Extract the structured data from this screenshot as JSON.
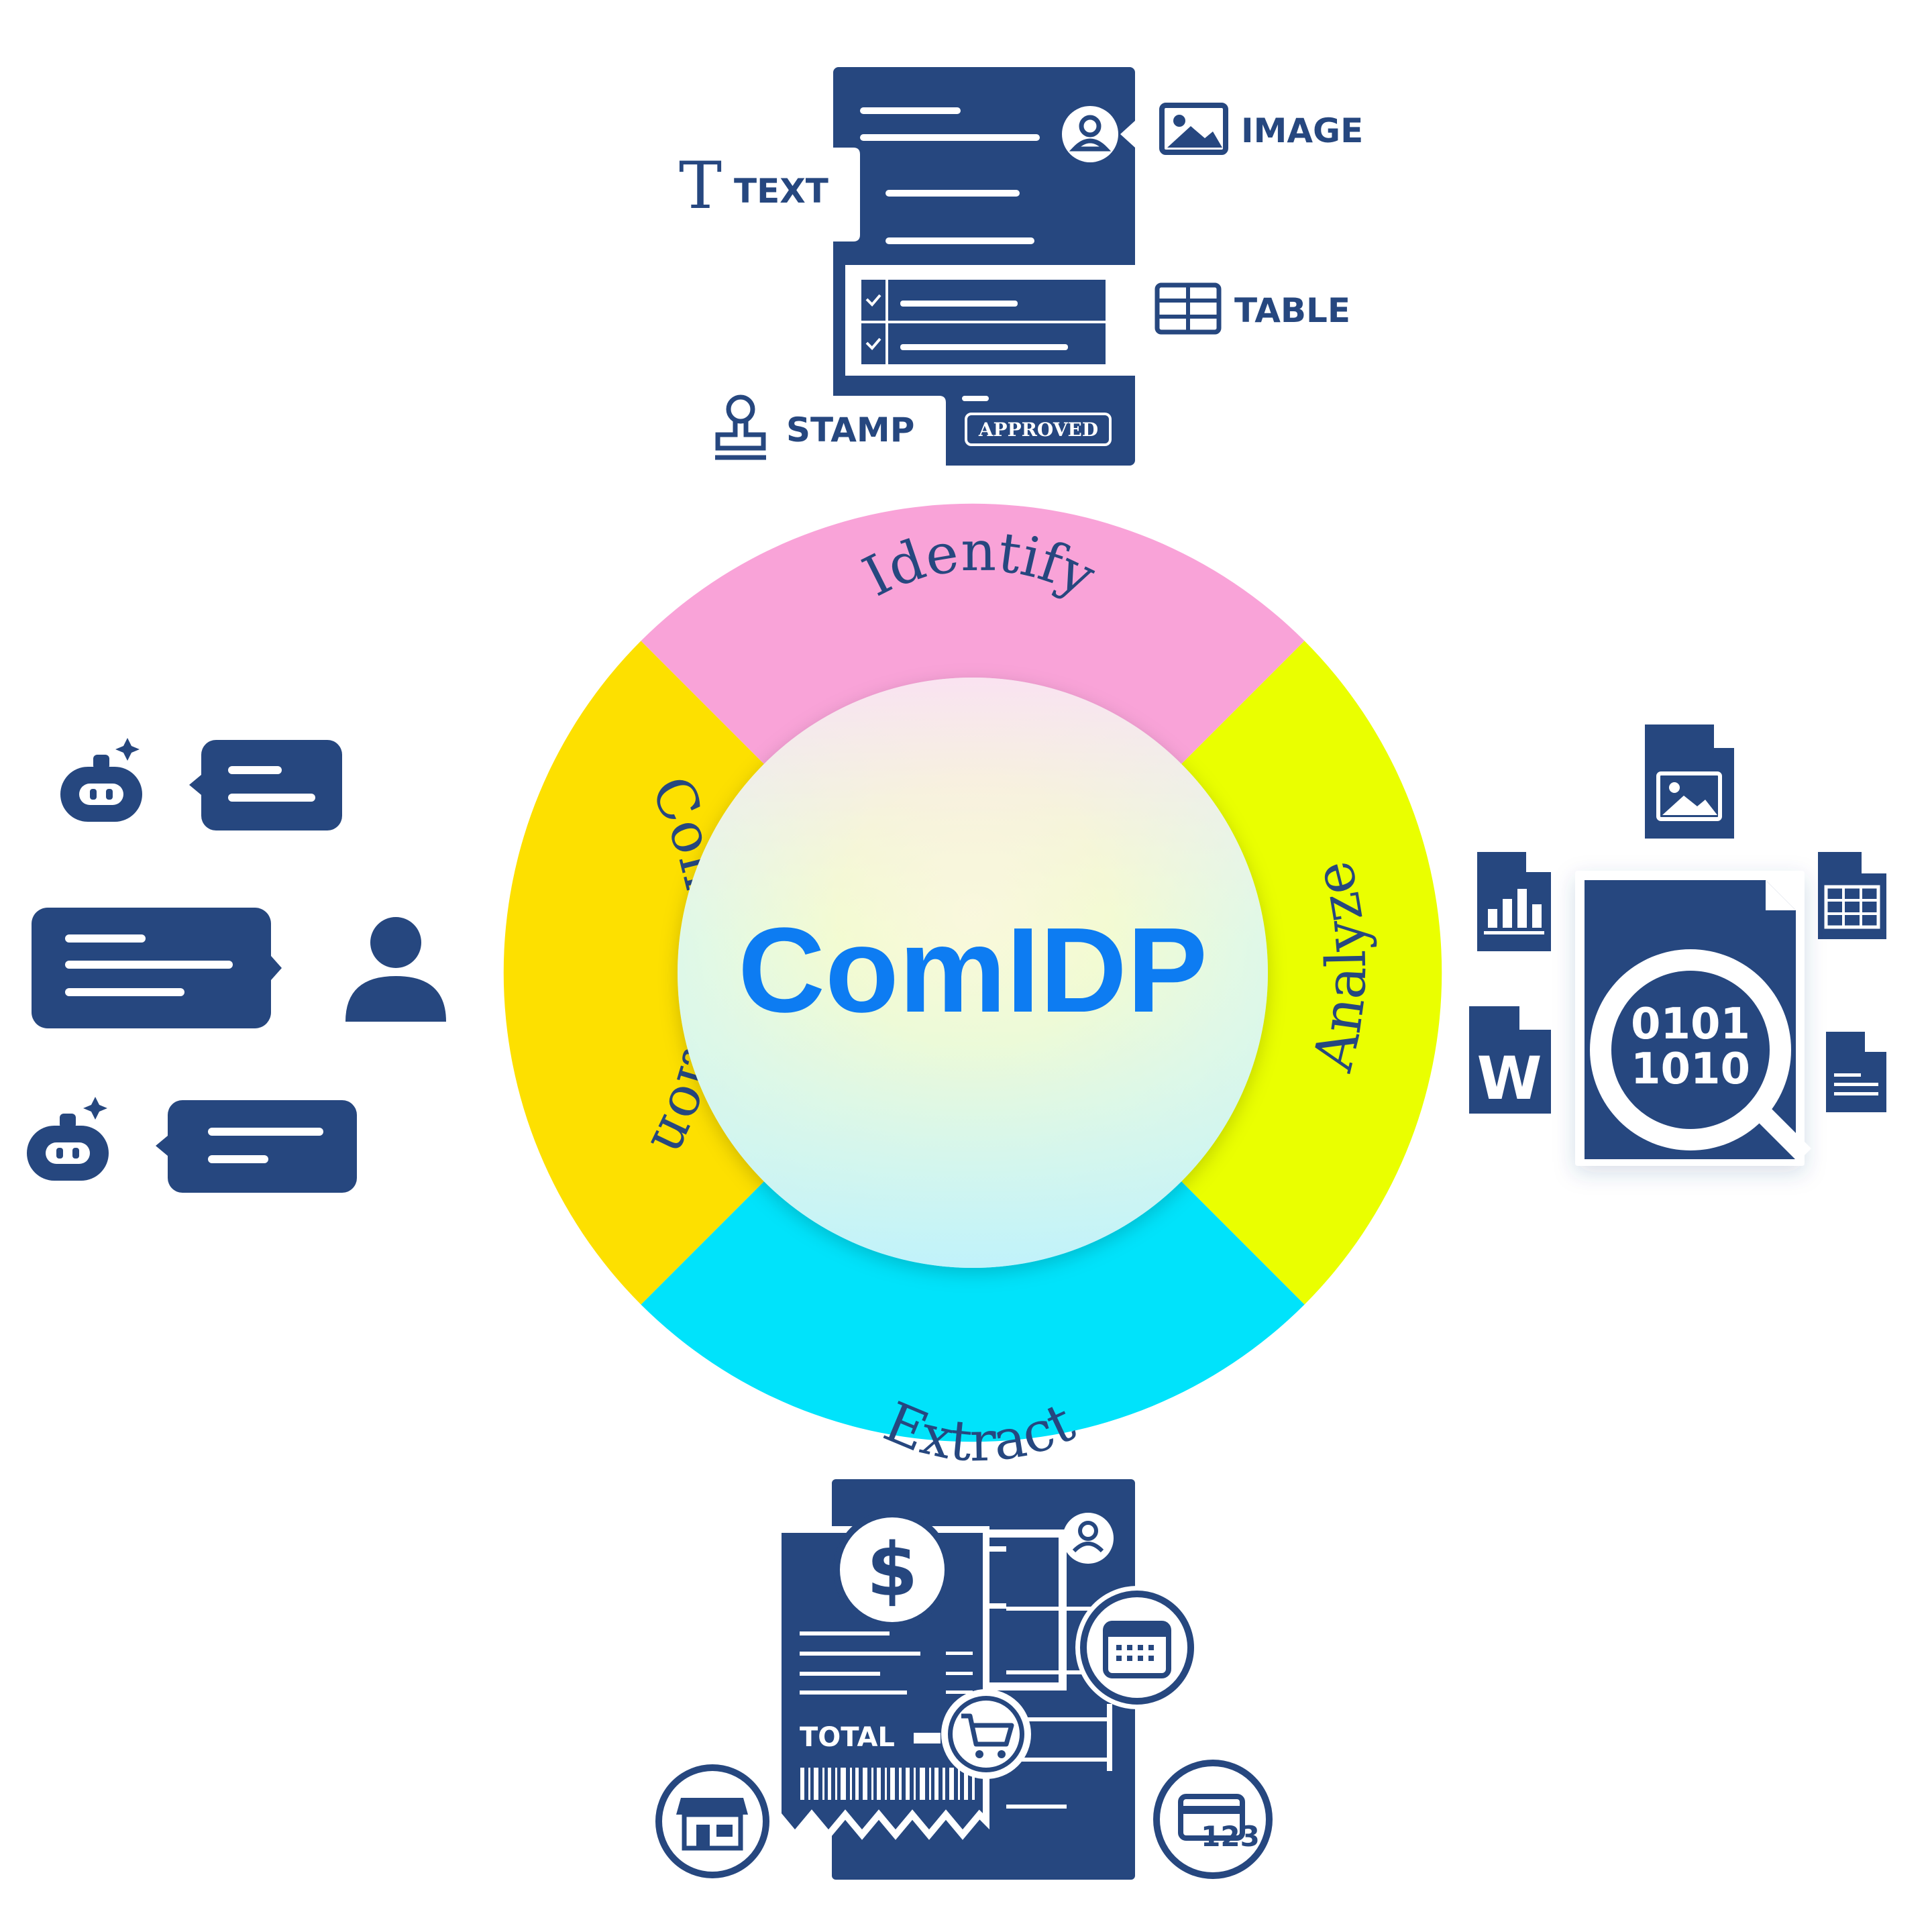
{
  "hub": {
    "title": "ComIDP"
  },
  "segments": {
    "identify": "Identify",
    "analyze": "Analyze",
    "extract": "Extract",
    "conversation": "Conversation"
  },
  "identify_panel": {
    "text_label": "TEXT",
    "image_label": "IMAGE",
    "table_label": "TABLE",
    "stamp_label": "STAMP",
    "stamp_text": "APPROVED"
  },
  "analyze_panel": {
    "binary_line_1": "0101",
    "binary_line_2": "1010",
    "word_letter": "W"
  },
  "extract_panel": {
    "currency_symbol": "$",
    "total_label": "TOTAL",
    "card_number": "123"
  },
  "colors": {
    "navy": "#26477f",
    "identify": "#f9a3d8",
    "analyze": "#eaff00",
    "extract": "#00e3fb",
    "conversation": "#fde000",
    "hub_text": "#0d7cf2"
  },
  "icons": [
    "text-icon",
    "image-icon",
    "table-icon",
    "stamp-icon",
    "user-icon",
    "bot-icon",
    "sparkle-icon",
    "chat-bubble-icon",
    "magnifier-icon",
    "bar-chart-icon",
    "word-doc-icon",
    "spreadsheet-icon",
    "dollar-icon",
    "calendar-icon",
    "cart-icon",
    "store-icon",
    "card-icon",
    "barcode-icon"
  ]
}
